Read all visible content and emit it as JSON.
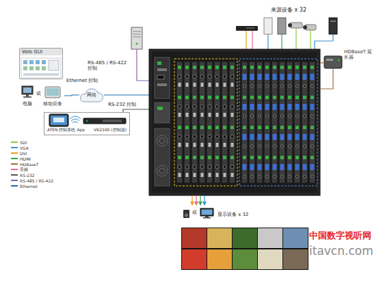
{
  "diagram": {
    "nodes": [
      {
        "text": [
          "Web GUI"
        ]
      },
      {
        "text": [
          "电脑"
        ]
      },
      {
        "text": [
          "移动设备"
        ]
      },
      {
        "text": [
          "网络"
        ]
      },
      {
        "text": [
          "ATEN 控制系统 App",
          "VK2100 (控制器)"
        ]
      },
      {
        "text": [
          "HDBaseT 延长器"
        ]
      }
    ],
    "edges": [
      {
        "from": 2,
        "to": 3,
        "label": "Ethernet 控制",
        "arrow": "none"
      }
    ],
    "labels": [
      "或",
      "RS-485 / RS-422 控制",
      "RS-232 控制",
      "来源设备 x 32",
      "或",
      "显示设备 x 32",
      "中国数字视听网",
      "itavcn.com"
    ],
    "legend": [
      {
        "text": "SDI",
        "color": "#8cc63f"
      },
      {
        "text": "VGA",
        "color": "#3b8fd0"
      },
      {
        "text": "DVI",
        "color": "#f39a1e"
      },
      {
        "text": "HDMI",
        "color": "#2eaa4a"
      },
      {
        "text": "HDBaseT",
        "color": "#9b6a3c"
      },
      {
        "text": "音频",
        "color": "#e86a8a"
      },
      {
        "text": "RS-232",
        "color": "#555555"
      },
      {
        "text": "RS-485 / RS-422",
        "color": "#8a5fb0"
      },
      {
        "text": "Ethernet",
        "color": "#1f6fb8"
      }
    ]
  }
}
